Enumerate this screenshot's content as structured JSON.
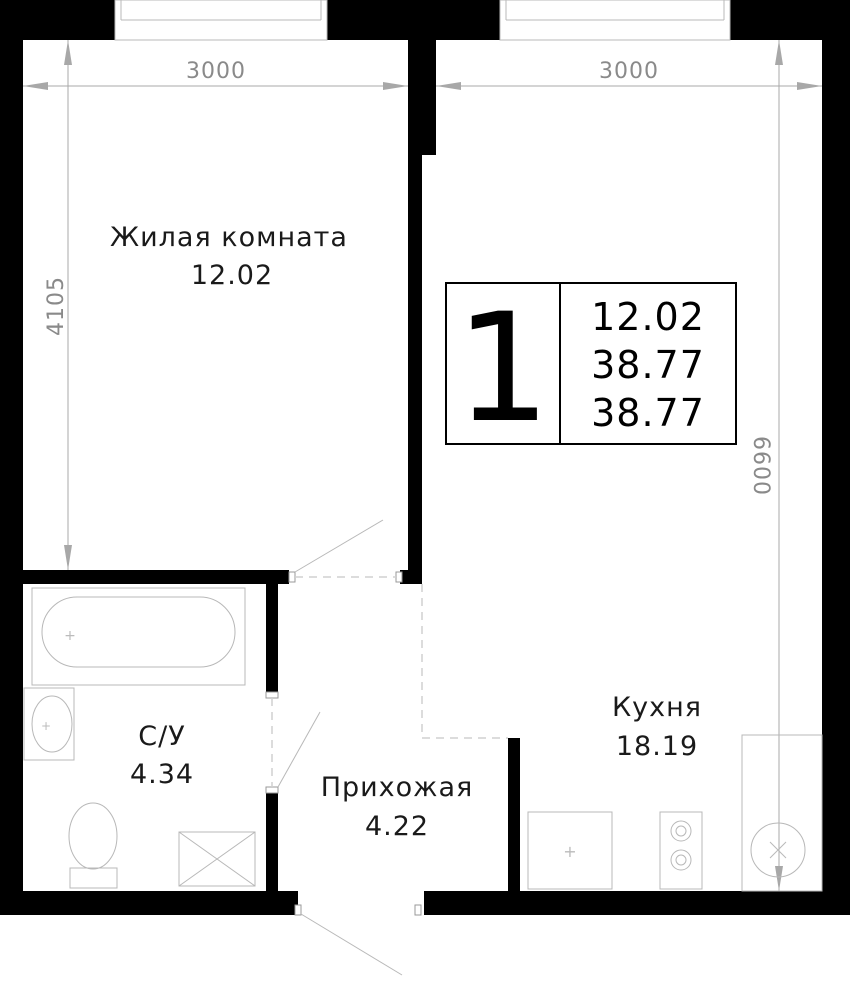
{
  "dimensions": {
    "living_width": "3000",
    "kitchen_width": "3000",
    "living_depth": "4105",
    "kitchen_depth": "6600"
  },
  "rooms": {
    "living": {
      "name": "Жилая комната",
      "area": "12.02"
    },
    "bathroom": {
      "name": "С/У",
      "area": "4.34"
    },
    "hallway": {
      "name": "Прихожая",
      "area": "4.22"
    },
    "kitchen": {
      "name": "Кухня",
      "area": "18.19"
    }
  },
  "info": {
    "rooms_count": "1",
    "living_area": "12.02",
    "total_area": "38.77",
    "total_area_2": "38.77"
  }
}
